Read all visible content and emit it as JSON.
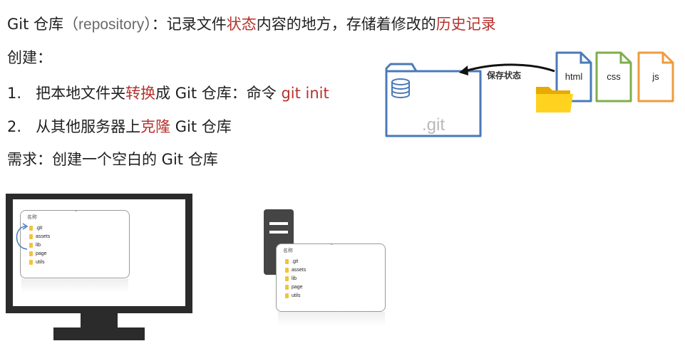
{
  "lines": {
    "l1": {
      "prefix": "Git 仓库",
      "open_paren": "（",
      "repo_word": "repository",
      "close_paren": "）",
      "middle": "：记录文件",
      "hl1": "状态",
      "middle2": "内容的地方，存储着修改的",
      "hl2": "历史记录"
    },
    "l2": {
      "text": "创建："
    },
    "l3": {
      "num": "1.",
      "text": "把本地文件夹",
      "hl": "转换",
      "text2": "成 Git 仓库：命令 ",
      "cmd": "git init"
    },
    "l4": {
      "num": "2.",
      "text": "从其他服务器上",
      "hl": "克隆",
      "text2": " Git 仓库"
    },
    "l5": {
      "text": "需求：创建一个空白的 Git 仓库"
    }
  },
  "diagram": {
    "repo_label": ".git",
    "arrow_label": "保存状态",
    "files": [
      "html",
      "css",
      "js"
    ],
    "file_colors": [
      "#4a7ab8",
      "#7fae4a",
      "#ef9b3c"
    ],
    "repo_color": "#4a7ab8"
  },
  "explorer_local": {
    "header": "名称",
    "items": [
      ".git",
      "assets",
      "lib",
      "page",
      "utils"
    ]
  },
  "explorer_server": {
    "header": "名称",
    "items": [
      ".git",
      "assets",
      "lib",
      "page",
      "utils"
    ]
  },
  "colors": {
    "highlight": "#b5322d",
    "monitor": "#2b2b2b",
    "server": "#454545"
  }
}
